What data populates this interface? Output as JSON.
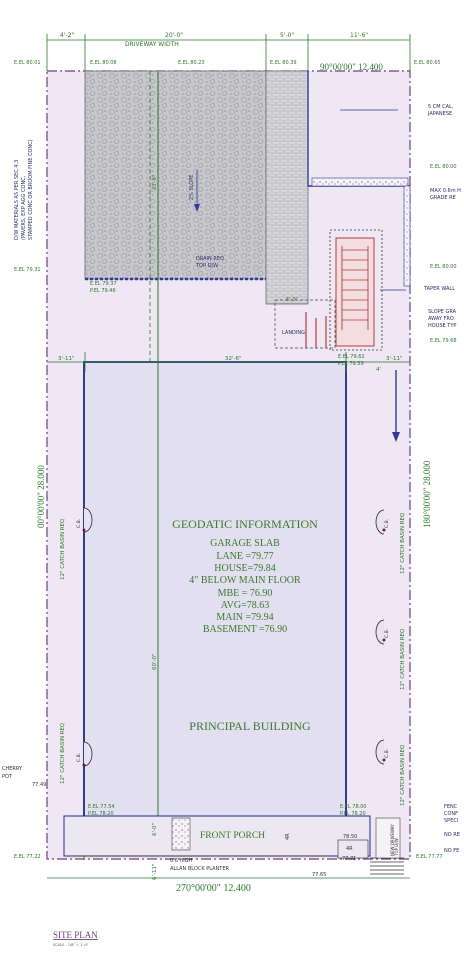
{
  "colors": {
    "property_fill": "#efe7f4",
    "building_fill": "#e2e0f0",
    "driveway_fill": "#c9c9cc",
    "dimension_green": "#2a7a2a",
    "heading_green": "#3a7a28",
    "line_purple": "#6d3f8a",
    "blue": "#2d3aa0",
    "red": "#b63b3b"
  },
  "top": {
    "dim_left": "4'-2\"",
    "dim_driveway": "20'-0\"",
    "dim_mid": "5'-0\"",
    "dim_right": "11'-6\"",
    "driveway_width": "DRIVEWAY WIDTH",
    "bearing": "90°00'00\" 12.400"
  },
  "elevations": {
    "e1": "E.EL 80.01",
    "e2": "E.EL 80.08",
    "e3": "E.EL 80.23",
    "e4": "E.EL 80.39",
    "e5": "E.EL 80.65",
    "e6": "E.EL 80.00",
    "e7": "E.EL 79.31",
    "e8": "E.EL 80.00",
    "e9": "E.EL 79.68",
    "bl_e": "E.EL 77.22",
    "br_e": "E.EL 77.77",
    "p_a_e": "E.EL 79.37",
    "p_a_p": "P.EL 79.46",
    "p_b_e": "E.EL 79.62",
    "p_b_p": "P.EL 79.59",
    "p_c_e": "E.EL 77.54",
    "p_c_p": "P.EL 78.20",
    "p_d_e": "E.EL 78.00",
    "p_d_p": "P.EL 78.20",
    "v1": "77.49",
    "v2": "78.50",
    "v3": "77.71",
    "v4": "77.65"
  },
  "left_notes": {
    "l1": "D/W MATERIALS AS PER SEC 4.3",
    "l2": "(PAVERS, EXP AGG CONC,",
    "l3": "STAMPED CONC OR BROOM FINE CONC)"
  },
  "right_notes": {
    "cal": "5 CM CAL.",
    "japanese": "JAPANESE",
    "max": "MAX 0.6m H",
    "grade": "GRADE RE",
    "taper": "TAPER WALL",
    "slope1": "SLOPE GRA",
    "slope2": "AWAY FRO",
    "slope3": "HOUSE TYP",
    "fence1": "FENC",
    "fence2": "CONF",
    "fence3": "SPECI",
    "nore": "NO RE",
    "nofe": "NO FE"
  },
  "drive": {
    "slope": "2% SLOPE",
    "depth": "23'-0\"",
    "drain1": "DRAIN REQ",
    "drain2": "TOP D/W"
  },
  "landing": {
    "label": "LANDING",
    "dim": "6'-0\""
  },
  "building": {
    "dim_left": "3'-11\"",
    "dim_width": "32'-6\"",
    "dim_right": "3'-11\"",
    "depth": "60'-0\"",
    "small": "4'"
  },
  "geodetic": {
    "title": "GEODATIC INFORMATION",
    "lines": [
      "GARAGE SLAB",
      "LANE  =79.77",
      "HOUSE=79.84",
      "4\" BELOW MAIN FLOOR",
      "MBE = 76.90",
      "AVG=78.63",
      "MAIN =79.94",
      "BASEMENT =76.90"
    ]
  },
  "principal": "PRINCIPAL BUILDING",
  "catch": {
    "left": "12\" CATCH BASIN REQ",
    "right": "12\" CATCH BASIN REQ",
    "cb": "C.B."
  },
  "sides": {
    "left_bearing": "00°00'00\" 28.000",
    "right_bearing": "180°00'00\" 28.000"
  },
  "porch": {
    "label": "FRONT PORCH",
    "riser": "4R",
    "riser2": "4R",
    "dim1": "6'-0\"",
    "dim2": "6'-11\"",
    "planter1": "0.6 HIGH",
    "planter2": "ALLAN BLOCK PLANTER",
    "right1": "NEW DRIVEWAY",
    "right2": "TOP D/W"
  },
  "tree": {
    "l1": "CHERRY",
    "l2": "POT"
  },
  "bottom": {
    "bearing": "270°00'00\" 12.400",
    "title": "SITE PLAN",
    "scale": "SCALE - 1/8\" = 1'-0\""
  }
}
